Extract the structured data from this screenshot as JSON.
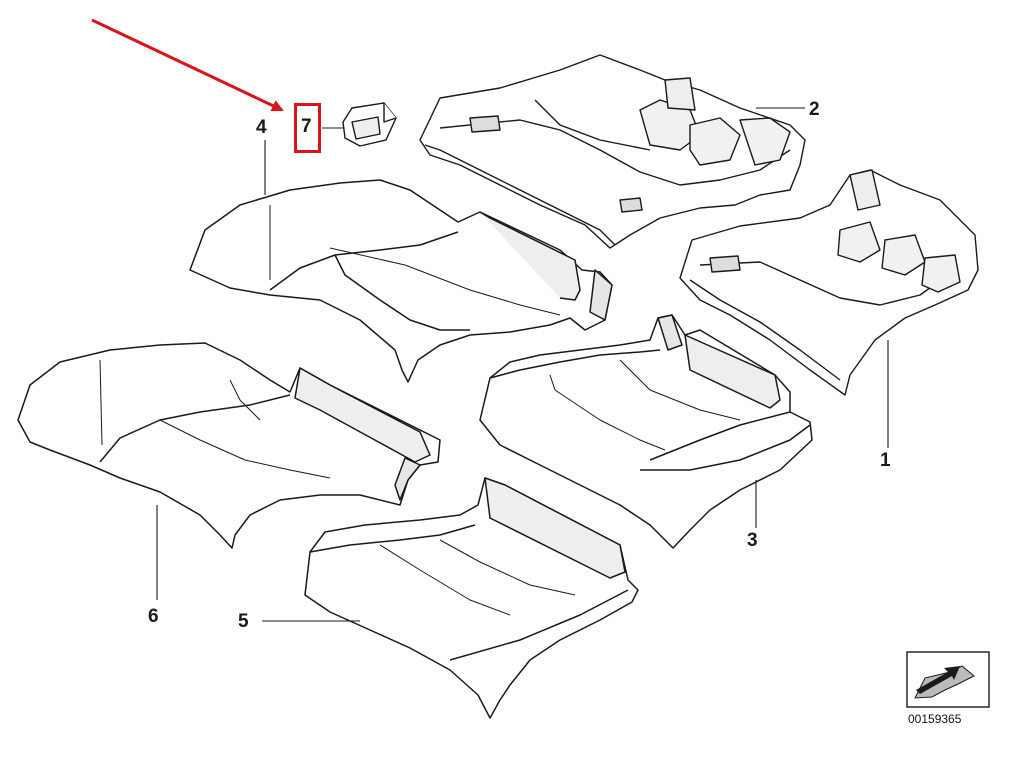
{
  "diagram": {
    "callouts": [
      {
        "id": "1",
        "text": "1"
      },
      {
        "id": "2",
        "text": "2"
      },
      {
        "id": "3",
        "text": "3"
      },
      {
        "id": "4",
        "text": "4"
      },
      {
        "id": "5",
        "text": "5"
      },
      {
        "id": "6",
        "text": "6"
      },
      {
        "id": "7",
        "text": "7"
      }
    ],
    "highlighted_part": "7",
    "document_number": "00159365",
    "colors": {
      "line": "#1a1a1a",
      "part_fill": "#ffffff",
      "shade": "#e6e6e6",
      "highlight": "#d9141b"
    }
  }
}
